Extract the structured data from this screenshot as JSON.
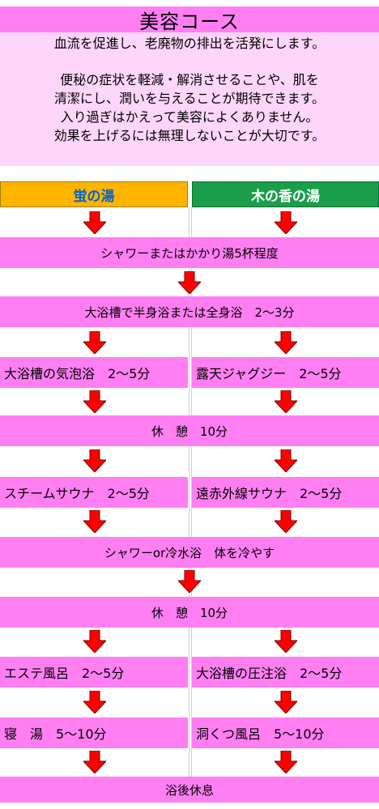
{
  "title": "美容コース",
  "description": {
    "line1": "血流を促進し、老廃物の排出を活発にします。",
    "line2": "便秘の症状を軽減・解消させることや、肌を",
    "line3": "清潔にし、潤いを与えることが期待できます。",
    "line4": "入り過ぎはかえって美容によくありません。",
    "line5": "効果を上げるには無理しないことが大切です。"
  },
  "columns": {
    "left": "蛍の湯",
    "right": "木の香の湯"
  },
  "steps": {
    "s1": "シャワーまたはかかり湯5杯程度",
    "s2": "大浴槽で半身浴または全身浴　2～3分",
    "s3a": "大浴槽の気泡浴　2～5分",
    "s3b": "露天ジャグジー　2～5分",
    "s4": "休　憩　10分",
    "s5a": "スチームサウナ　2～5分",
    "s5b": "遠赤外線サウナ　2～5分",
    "s6": "シャワーor冷水浴　体を冷やす",
    "s7": "休　憩　10分",
    "s8a": "エステ風呂　2～5分",
    "s8b": "大浴槽の圧注浴　2～5分",
    "s9a": "寝　湯　5～10分",
    "s9b": "洞くつ風呂　5～10分",
    "s10": "浴後休息"
  },
  "colors": {
    "step_bg": "#ff7ff3",
    "desc_bg": "#ffd6fb",
    "arrow": "#ff0000",
    "left_header": "#ffb400",
    "right_header": "#1a9e4a"
  }
}
